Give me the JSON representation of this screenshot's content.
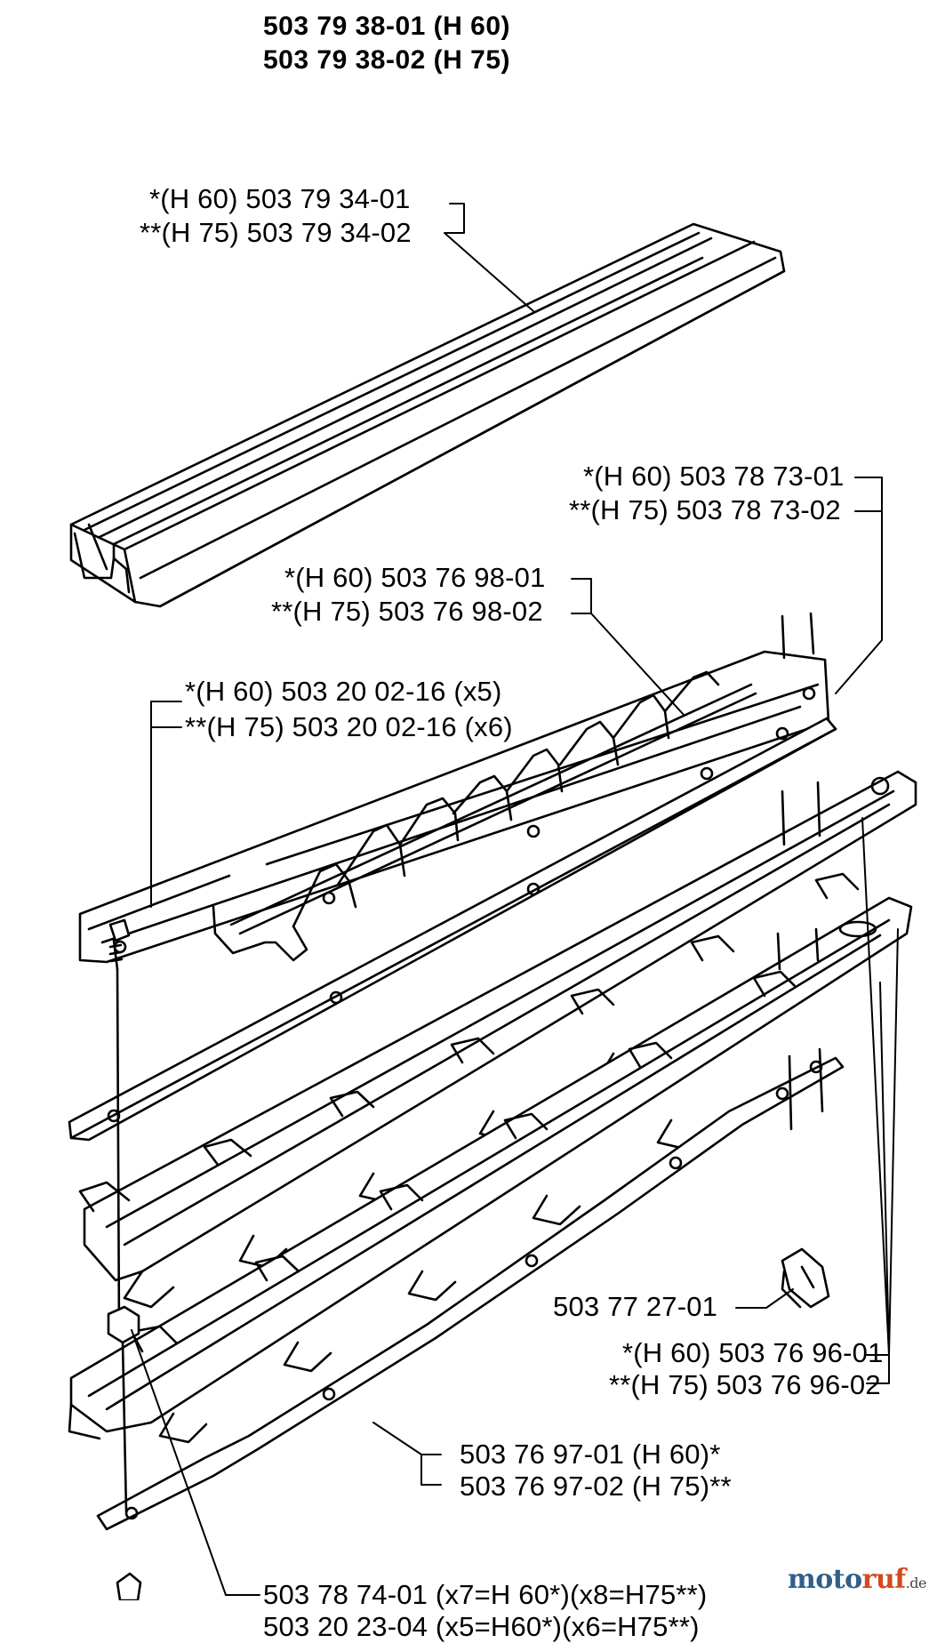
{
  "title": {
    "line1": "503 79 38-01 (H 60)",
    "line2": "503 79 38-02 (H 75)"
  },
  "labels": {
    "guide_h60": "*(H 60) 503 79 34-01",
    "guide_h75": "**(H 75) 503 79 34-02",
    "plate_h60": "*(H 60) 503 78 73-01",
    "plate_h75": "**(H 75) 503 78 73-02",
    "upper_blade_h60": "*(H 60) 503 76 98-01",
    "upper_blade_h75": "**(H 75) 503 76 98-02",
    "screw_h60": "*(H 60) 503 20 02-16 (x5)",
    "screw_h75": "**(H 75) 503 20 02-16 (x6)",
    "guide_clip": "503 77 27-01",
    "blade_h60": "*(H 60) 503 76 96-01",
    "blade_h75": "**(H 75) 503 76 96-02",
    "bottom_bar_h60": "503 76 97-01 (H 60)*",
    "bottom_bar_h75": "503 76 97-02 (H 75)**",
    "spacer": "503 78 74-01 (x7=H 60*)(x8=H75**)",
    "nut_cut": "503 20 23-04 (x5=H60*)(x6=H75**)"
  },
  "watermark": {
    "part1": "moto",
    "part2": "ruf",
    "part3": ".de"
  }
}
